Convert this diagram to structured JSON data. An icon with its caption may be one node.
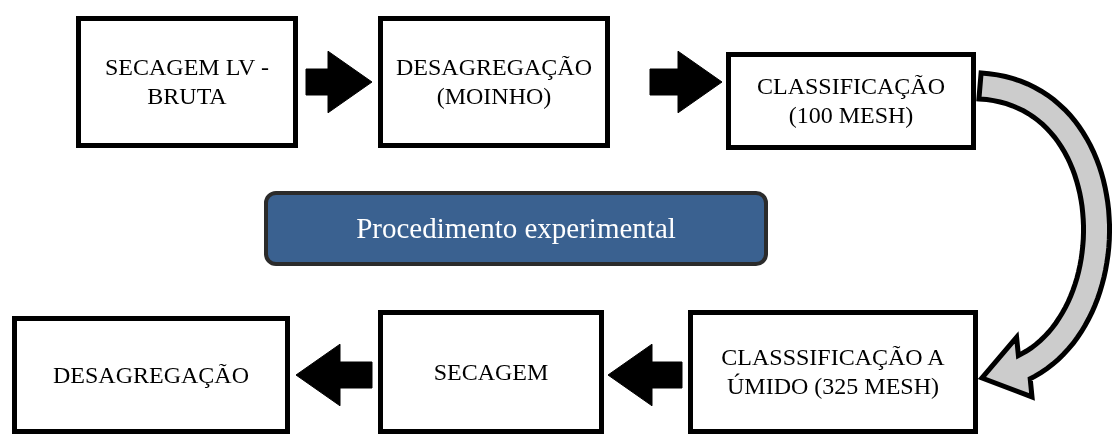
{
  "diagram": {
    "nodes": [
      {
        "text": [
          "SECAGEM LV - BRUTA"
        ]
      },
      {
        "text": [
          "DESAGREGAÇÃO (MOINHO)"
        ]
      },
      {
        "text": [
          "CLASSIFICAÇÃO (100 MESH)"
        ]
      },
      {
        "text": [
          "Procedimento experimental"
        ]
      },
      {
        "text": [
          "CLASSSIFICAÇÃO A ÚMIDO (325 MESH)"
        ]
      },
      {
        "text": [
          "SECAGEM"
        ]
      },
      {
        "text": [
          "DESAGREGAÇÃO"
        ]
      }
    ],
    "edges": [
      {
        "from": 0,
        "to": 1,
        "arrow": "to",
        "style": "thick"
      },
      {
        "from": 1,
        "to": 2,
        "arrow": "to",
        "style": "thick"
      },
      {
        "from": 2,
        "to": 4,
        "arrow": "to",
        "style": "thick",
        "color": "#cccccc"
      },
      {
        "from": 4,
        "to": 5,
        "arrow": "to",
        "style": "thick"
      },
      {
        "from": 5,
        "to": 6,
        "arrow": "to",
        "style": "thick"
      }
    ]
  }
}
